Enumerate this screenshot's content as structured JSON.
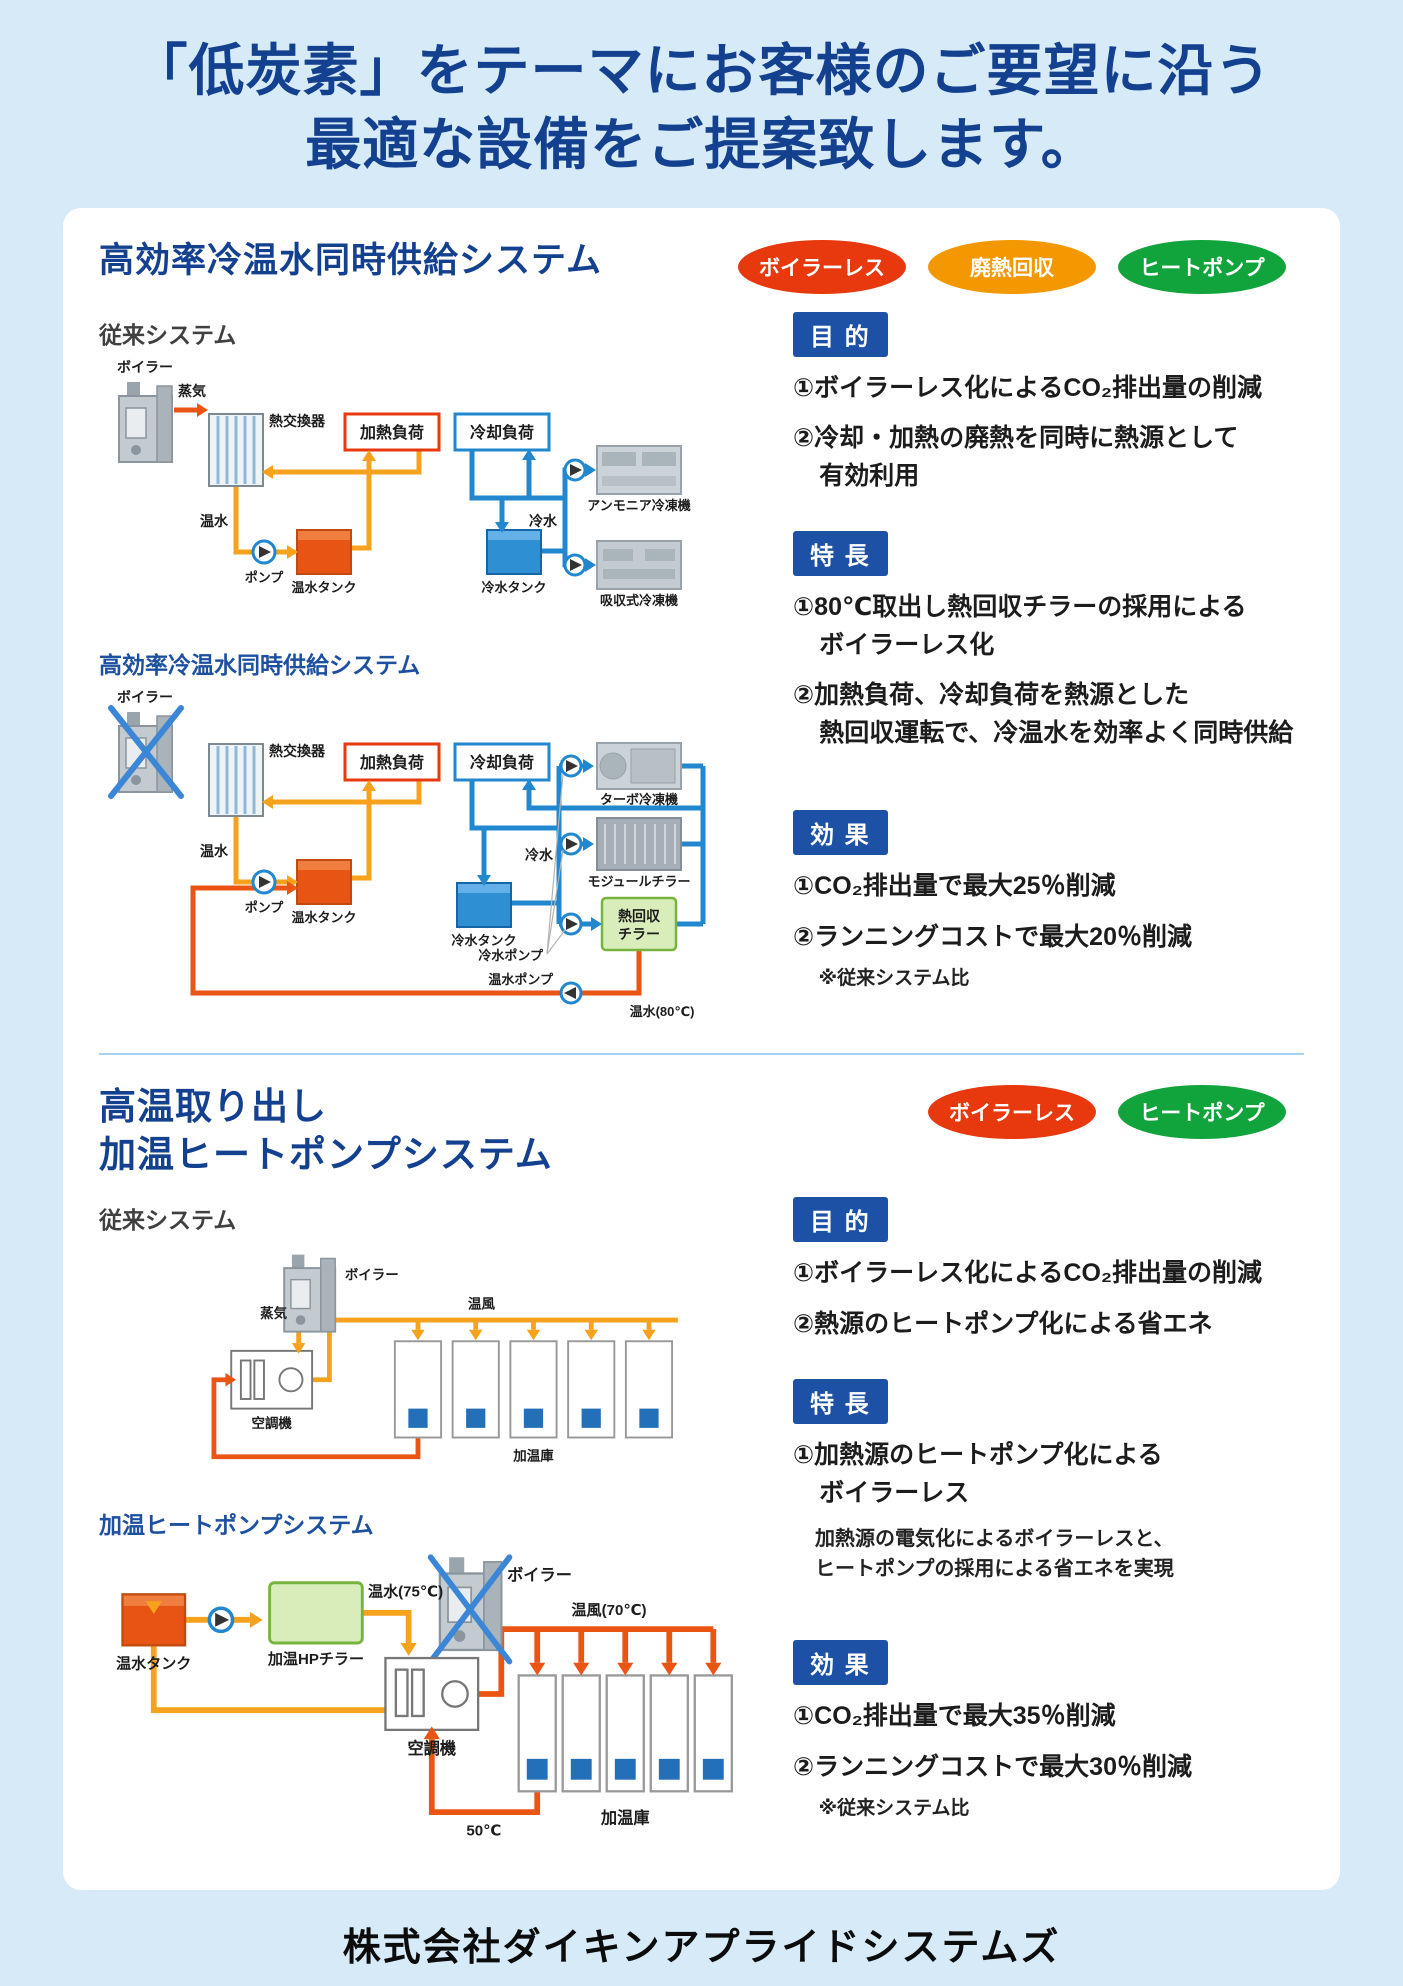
{
  "header": {
    "line1": "「低炭素」をテーマにお客様のご要望に沿う",
    "line2": "最適な設備をご提案致します。"
  },
  "section1": {
    "title": "高効率冷温水同時供給システム",
    "badges": [
      {
        "label": "ボイラーレス",
        "color": "#e8380d"
      },
      {
        "label": "廃熱回収",
        "color": "#f39800"
      },
      {
        "label": "ヒートポンプ",
        "color": "#12a43c"
      }
    ],
    "conv": {
      "label": "従来システム",
      "boiler": "ボイラー",
      "steam": "蒸気",
      "heat_exchanger": "熱交換器",
      "heating_load": "加熱負荷",
      "cooling_load": "冷却負荷",
      "hot_water": "温水",
      "pump": "ポンプ",
      "hot_water_tank": "温水タンク",
      "cold_water": "冷水",
      "cold_water_tank": "冷水タンク",
      "ammonia_chiller": "アンモニア冷凍機",
      "absorption_chiller": "吸収式冷凍機"
    },
    "adv": {
      "label": "高効率冷温水同時供給システム",
      "boiler": "ボイラー",
      "heat_exchanger": "熱交換器",
      "heating_load": "加熱負荷",
      "cooling_load": "冷却負荷",
      "hot_water": "温水",
      "pump": "ポンプ",
      "hot_water_tank": "温水タンク",
      "cold_water": "冷水",
      "cold_water_tank": "冷水タンク",
      "turbo_chiller": "ターボ冷凍機",
      "module_chiller": "モジュールチラー",
      "heat_recovery_1": "熱回収",
      "heat_recovery_2": "チラー",
      "cold_water_pump": "冷水ポンプ",
      "hot_water_pump": "温水ポンプ",
      "hot_water_80": "温水(80℃)"
    },
    "purpose": {
      "heading": "目 的",
      "items": [
        "①ボイラーレス化によるCO₂排出量の削減",
        "②冷却・加熱の廃熱を同時に熱源として\n有効利用"
      ]
    },
    "features": {
      "heading": "特 長",
      "items": [
        "①80℃取出し熱回収チラーの採用による\nボイラーレス化",
        "②加熱負荷、冷却負荷を熱源とした\n熱回収運転で、冷温水を効率よく同時供給"
      ]
    },
    "effects": {
      "heading": "効 果",
      "items": [
        "①CO₂排出量で最大25％削減",
        "②ランニングコストで最大20％削減"
      ],
      "note": "※従来システム比"
    }
  },
  "section2": {
    "title_line1": "高温取り出し",
    "title_line2": "加温ヒートポンプシステム",
    "badges": [
      {
        "label": "ボイラーレス",
        "color": "#e8380d"
      },
      {
        "label": "ヒートポンプ",
        "color": "#12a43c"
      }
    ],
    "conv": {
      "label": "従来システム",
      "boiler": "ボイラー",
      "steam": "蒸気",
      "air_handler": "空調機",
      "warm_air": "温風",
      "warming_chamber": "加温庫"
    },
    "adv": {
      "label": "加温ヒートポンプシステム",
      "hot_water_tank": "温水タンク",
      "hp_chiller": "加温HPチラー",
      "hot_water_75": "温水(75℃)",
      "boiler": "ボイラー",
      "air_handler": "空調機",
      "warm_air_70": "温風(70℃)",
      "temp_50": "50℃",
      "warming_chamber": "加温庫"
    },
    "purpose": {
      "heading": "目 的",
      "items": [
        "①ボイラーレス化によるCO₂排出量の削減",
        "②熱源のヒートポンプ化による省エネ"
      ]
    },
    "features": {
      "heading": "特 長",
      "items": [
        "①加熱源のヒートポンプ化による\nボイラーレス"
      ],
      "note": "加熱源の電気化によるボイラーレスと、\nヒートポンプの採用による省エネを実現"
    },
    "effects": {
      "heading": "効 果",
      "items": [
        "①CO₂排出量で最大35％削減",
        "②ランニングコストで最大30％削減"
      ],
      "note": "※従来システム比"
    }
  },
  "footer": {
    "logo": "株式会社ダイキンアプライドシステムズ"
  }
}
